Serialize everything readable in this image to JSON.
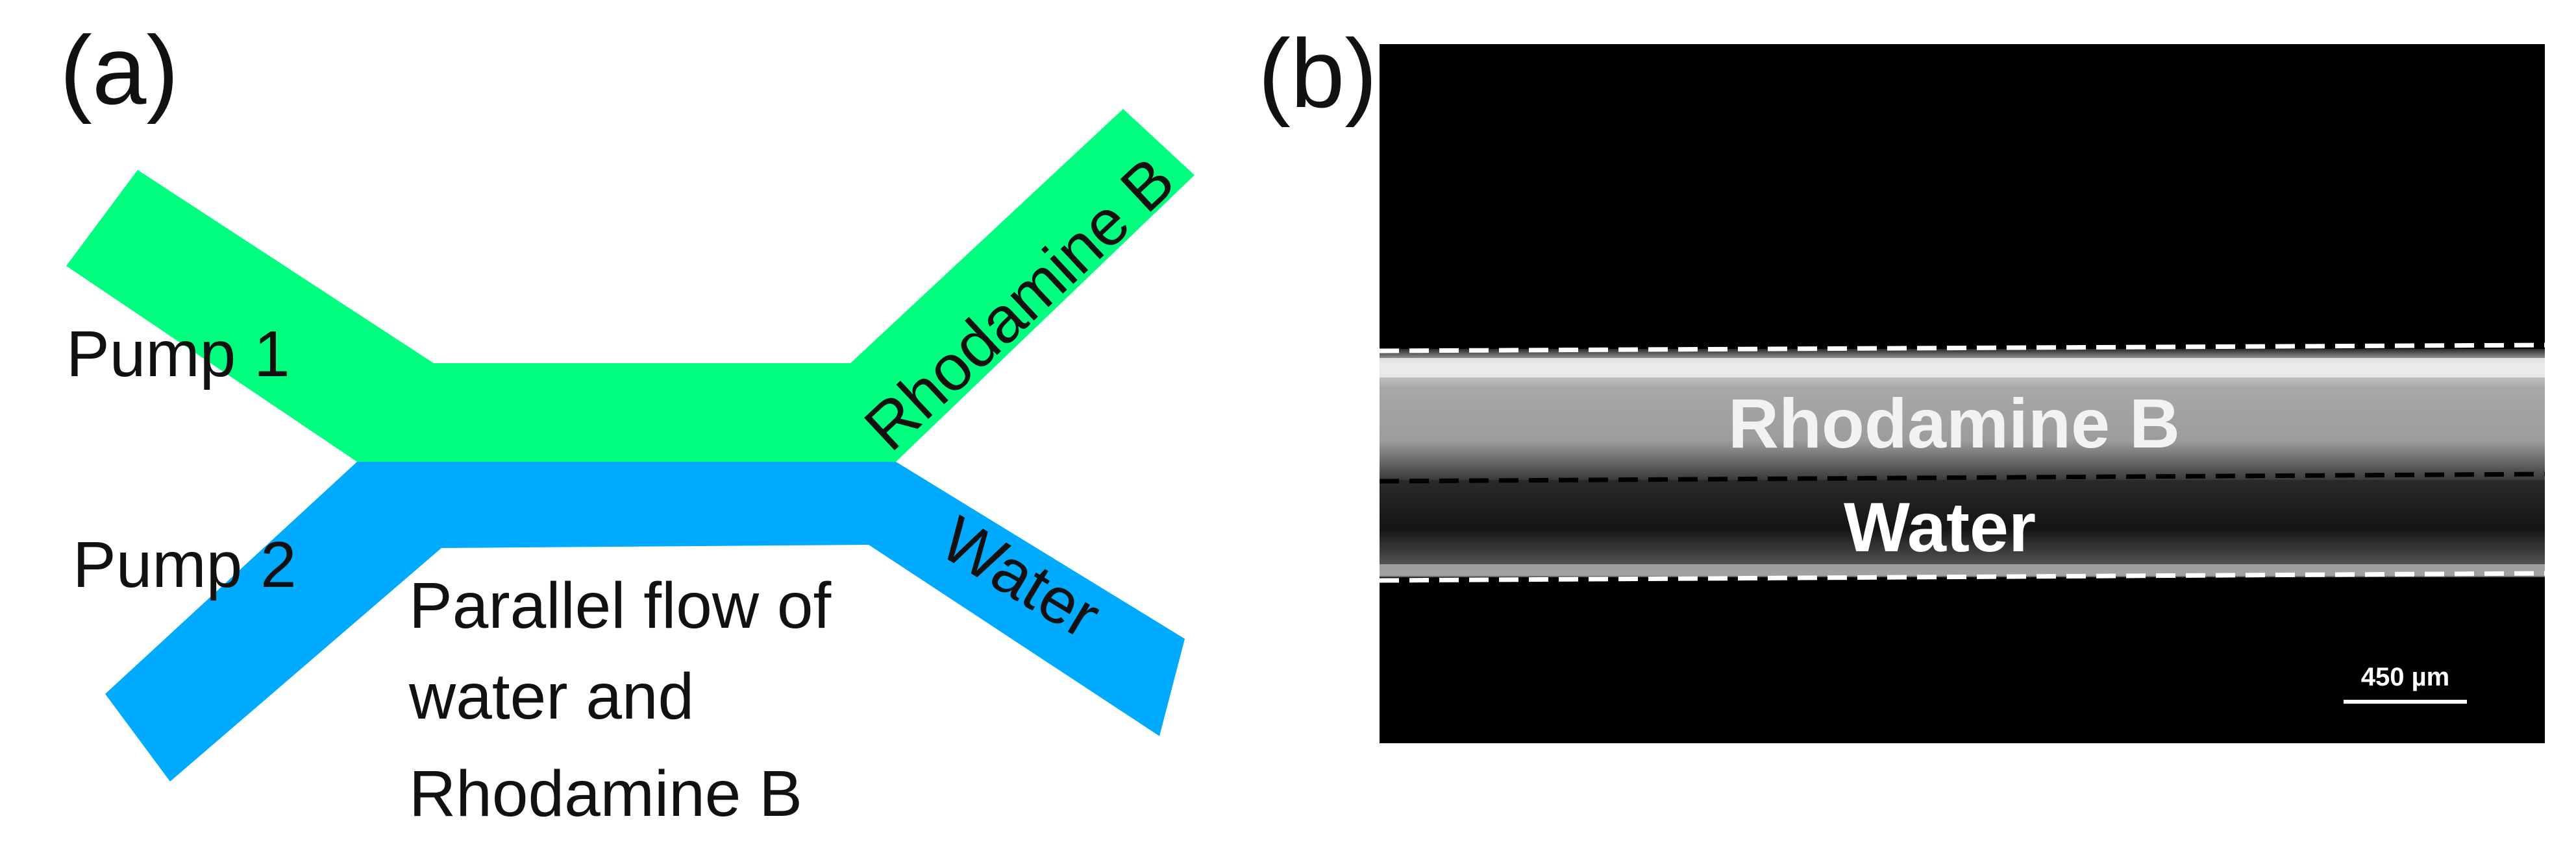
{
  "panel_a": {
    "label": "(a)",
    "pump1_label": "Pump 1",
    "pump2_label": "Pump 2",
    "outlet_top_label": "Rhodamine B",
    "outlet_bottom_label": "Water",
    "flow_caption_line1": "Parallel flow of",
    "flow_caption_line2": "water and",
    "flow_caption_line3": "Rhodamine B",
    "rhodamine_color": "#00FF7F",
    "water_color": "#00AAFF"
  },
  "panel_b": {
    "label": "(b)",
    "rhodamine_label": "Rhodamine B",
    "water_label": "Water",
    "scale_bar_label": "450 µm"
  }
}
